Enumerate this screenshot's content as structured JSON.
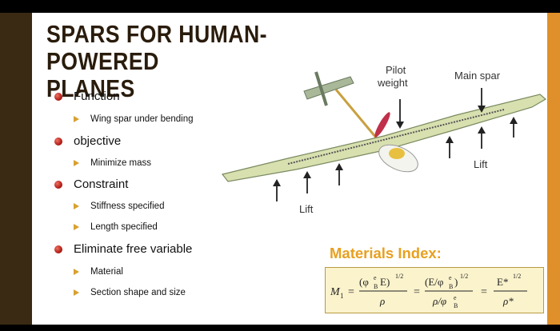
{
  "slide": {
    "title_line1": "SPARS FOR HUMAN-POWERED",
    "title_line2": "PLANES",
    "bullets": [
      {
        "label": "Function",
        "subs": [
          "Wing spar under bending"
        ]
      },
      {
        "label": "objective",
        "subs": [
          "Minimize mass"
        ]
      },
      {
        "label": "Constraint",
        "subs": [
          "Stiffness specified",
          "Length specified"
        ]
      },
      {
        "label": "Eliminate free variable",
        "subs": [
          "Material",
          "Section shape and size"
        ]
      }
    ],
    "diagram_labels": {
      "pilot_line1": "Pilot",
      "pilot_line2": "weight",
      "main_spar": "Main spar",
      "lift_right": "Lift",
      "lift_left": "Lift"
    },
    "materials_index": {
      "title": "Materials Index:",
      "lhs": "M",
      "lhs_sub": "1",
      "term1_num": "(φ",
      "term1_num_sub": "B",
      "term1_num_sup": "e",
      "term1_num_rest": "E)",
      "term1_exp": "1/2",
      "term1_den": "ρ",
      "term2_num": "(E/φ",
      "term2_num_sub": "B",
      "term2_num_sup": "e",
      "term2_num_rest": ")",
      "term2_exp": "1/2",
      "term2_den": "ρ/φ",
      "term2_den_sub": "B",
      "term2_den_sup": "e",
      "term3_num": "E*",
      "term3_exp": "1/2",
      "term3_den": "ρ*"
    }
  },
  "colors": {
    "left_band": "#3a2a14",
    "right_band": "#e0902a",
    "title": "#2a1c0c",
    "bullet_dot": "#b0201a",
    "sub_arrow": "#d8a030",
    "materials_title": "#e8a020",
    "formula_bg": "#fbf3cc"
  },
  "icons": [
    "bullet-dot-icon",
    "arrow-bullet-icon",
    "lift-arrow-icon",
    "plane-diagram"
  ]
}
